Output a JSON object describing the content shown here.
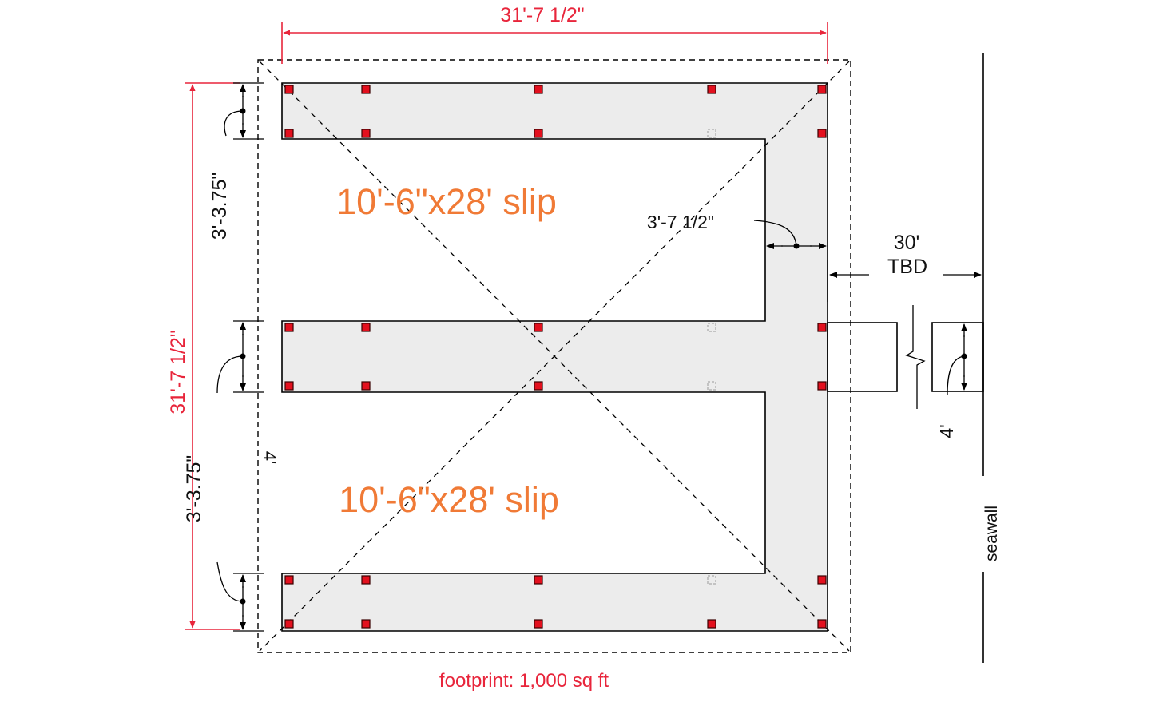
{
  "dimensions": {
    "top_width": "31'-7 1/2\"",
    "left_height": "31'-7 1/2\"",
    "finger_spacing_upper": "3'-3.75\"",
    "finger_spacing_lower": "3'-3.75\"",
    "spine_width": "3'-7 1/2\"",
    "walkway_width_left": "4'",
    "walkway_width_right": "4'",
    "gangway_length": "30'",
    "gangway_note": "TBD"
  },
  "slips": [
    {
      "label": "10'-6\"x28' slip"
    },
    {
      "label": "10'-6\"x28' slip"
    }
  ],
  "seawall_label": "seawall",
  "footprint_label": "footprint: 1,000 sq ft",
  "colors": {
    "dimension_red": "#e8253b",
    "slip_orange": "#f07a36",
    "dock_fill": "#ececec",
    "pile_red": "#e3101e"
  }
}
